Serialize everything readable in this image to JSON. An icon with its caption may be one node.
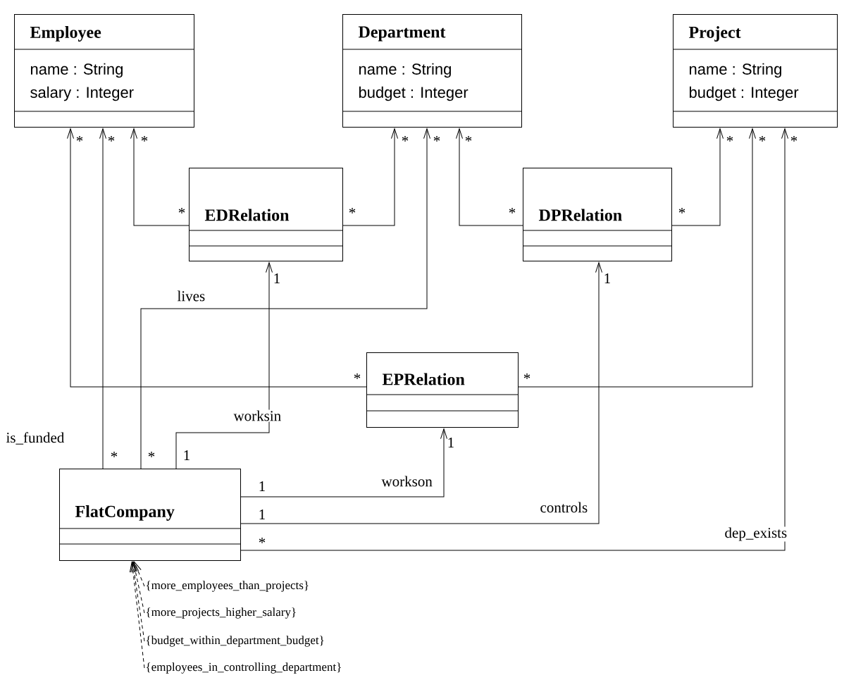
{
  "diagram": {
    "nodes": [
      {
        "text": [
          "Employee",
          "name : String",
          "salary : Integer"
        ]
      },
      {
        "text": [
          "Department",
          "name : String",
          "budget : Integer"
        ]
      },
      {
        "text": [
          "Project",
          "name : String",
          "budget : Integer"
        ]
      },
      {
        "text": [
          "EDRelation"
        ]
      },
      {
        "text": [
          "DPRelation"
        ]
      },
      {
        "text": [
          "EPRelation"
        ]
      },
      {
        "text": [
          "FlatCompany"
        ]
      },
      {
        "text": [
          "{more_employees_than_projects}"
        ]
      },
      {
        "text": [
          "{more_projects_higher_salary}"
        ]
      },
      {
        "text": [
          "{budget_within_department_budget}"
        ]
      },
      {
        "text": [
          "{employees_in_controlling_department}"
        ]
      }
    ],
    "edges": [
      {
        "from": 3,
        "to": 0,
        "arrow": "to"
      },
      {
        "from": 3,
        "to": 1,
        "arrow": "to"
      },
      {
        "from": 4,
        "to": 1,
        "arrow": "to"
      },
      {
        "from": 4,
        "to": 2,
        "arrow": "to"
      },
      {
        "from": 5,
        "to": 0,
        "arrow": "to"
      },
      {
        "from": 5,
        "to": 2,
        "arrow": "to"
      },
      {
        "from": 6,
        "to": 0,
        "arrow": "to",
        "label": "is_funded"
      },
      {
        "from": 6,
        "to": 1,
        "arrow": "to",
        "label": "lives"
      },
      {
        "from": 6,
        "to": 3,
        "arrow": "to",
        "label": "worksin"
      },
      {
        "from": 6,
        "to": 5,
        "arrow": "to",
        "label": "workson"
      },
      {
        "from": 6,
        "to": 4,
        "arrow": "to",
        "label": "controls"
      },
      {
        "from": 6,
        "to": 2,
        "arrow": "to",
        "label": "dep_exists"
      },
      {
        "from": 7,
        "to": 6,
        "arrow": "to",
        "style": "dashed"
      },
      {
        "from": 8,
        "to": 6,
        "arrow": "to",
        "style": "dashed"
      },
      {
        "from": 9,
        "to": 6,
        "arrow": "to",
        "style": "dashed"
      },
      {
        "from": 10,
        "to": 6,
        "arrow": "to",
        "style": "dashed"
      }
    ],
    "labels": [
      "*",
      "*",
      "*",
      "*",
      "*",
      "*",
      "*",
      "*",
      "*",
      "*",
      "*",
      "*",
      "*",
      "1",
      "1",
      "*",
      "*",
      "1",
      "*",
      "*",
      "1",
      "1",
      "1",
      "*"
    ]
  }
}
